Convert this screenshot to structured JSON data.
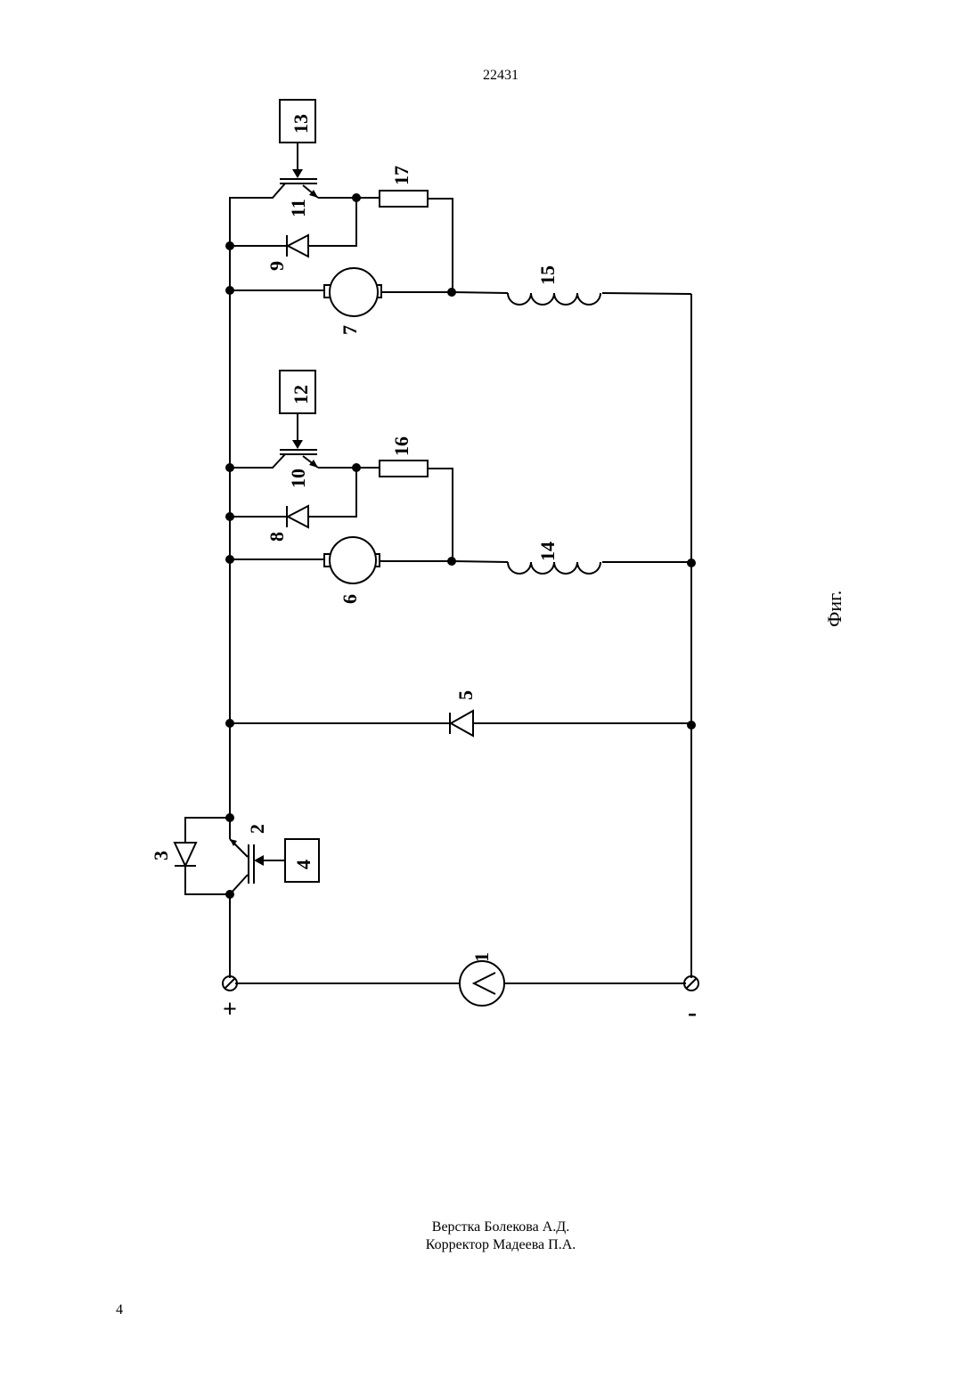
{
  "header": {
    "doc_number": "22431"
  },
  "figure": {
    "caption": "Фиг.",
    "terminals": {
      "plus": "+",
      "minus": "-"
    },
    "component_labels": {
      "source": "1",
      "main_transistor": "2",
      "main_diode": "3",
      "main_control": "4",
      "freewheel_diode": "5",
      "motor_a": "6",
      "motor_b": "7",
      "diode_a": "8",
      "diode_b": "9",
      "transistor_a": "10",
      "transistor_b": "11",
      "control_a": "12",
      "control_b": "13",
      "inductor_a": "14",
      "inductor_b": "15",
      "resistor_a": "16",
      "resistor_b": "17"
    }
  },
  "footer": {
    "layout_credit": "Верстка Болекова А.Д.",
    "corrector_credit": "Корректор Мадеева П.А.",
    "page_number": "4"
  }
}
